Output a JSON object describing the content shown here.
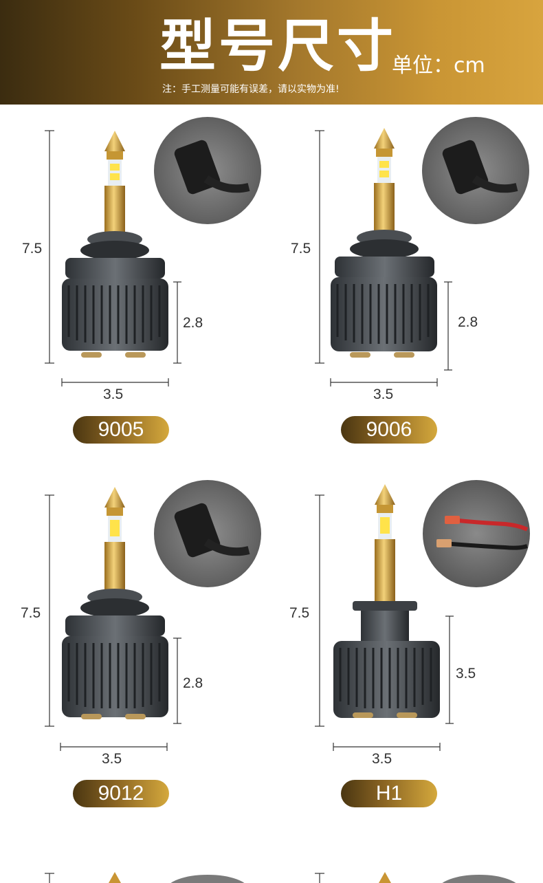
{
  "header": {
    "title": "型号尺寸",
    "unit": "单位：cm",
    "note": "注：手工测量可能有误差，请以实物为准!"
  },
  "products": [
    {
      "model": "9005",
      "height": "7.5",
      "base_height": "2.8",
      "width": "3.5",
      "connector": "plug-connector-photo"
    },
    {
      "model": "9006",
      "height": "7.5",
      "base_height": "2.8",
      "width": "3.5",
      "connector": "plug-connector-photo"
    },
    {
      "model": "9012",
      "height": "7.5",
      "base_height": "2.8",
      "width": "3.5",
      "connector": "plug-connector-photo"
    },
    {
      "model": "H1",
      "height": "7.5",
      "base_height": "3.5",
      "width": "3.5",
      "connector": "wire-terminal-photo"
    }
  ],
  "colors": {
    "gold_dark": "#4a3611",
    "gold_light": "#d4a83c",
    "bulb_body": "#3f4347",
    "brass": "#d9a63d"
  }
}
